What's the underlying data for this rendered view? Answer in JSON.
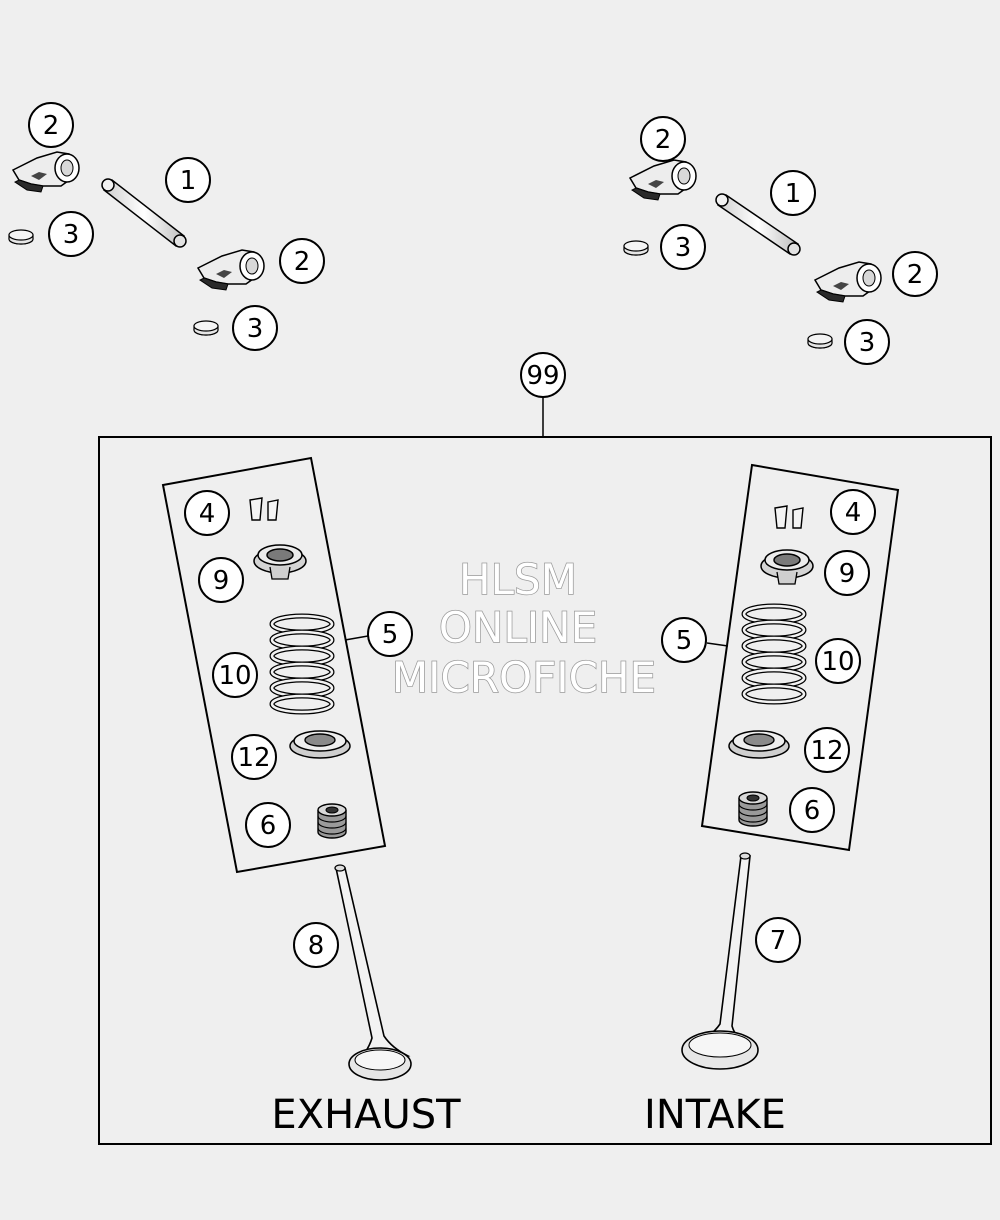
{
  "diagram": {
    "group_callout": "99",
    "labels": {
      "exhaust": "EXHAUST",
      "intake": "INTAKE"
    },
    "watermark": {
      "line1": "HLSM",
      "line2": "ONLINE",
      "line3": "MICROFICHE"
    },
    "callouts": [
      {
        "id": "c-2a",
        "text": "2"
      },
      {
        "id": "c-1a",
        "text": "1"
      },
      {
        "id": "c-3a",
        "text": "3"
      },
      {
        "id": "c-2b",
        "text": "2"
      },
      {
        "id": "c-3b",
        "text": "3"
      },
      {
        "id": "c-2c",
        "text": "2"
      },
      {
        "id": "c-1b",
        "text": "1"
      },
      {
        "id": "c-3c",
        "text": "3"
      },
      {
        "id": "c-2d",
        "text": "2"
      },
      {
        "id": "c-3d",
        "text": "3"
      },
      {
        "id": "c-4a",
        "text": "4"
      },
      {
        "id": "c-9a",
        "text": "9"
      },
      {
        "id": "c-5a",
        "text": "5"
      },
      {
        "id": "c-10a",
        "text": "10"
      },
      {
        "id": "c-12a",
        "text": "12"
      },
      {
        "id": "c-6a",
        "text": "6"
      },
      {
        "id": "c-8",
        "text": "8"
      },
      {
        "id": "c-4b",
        "text": "4"
      },
      {
        "id": "c-9b",
        "text": "9"
      },
      {
        "id": "c-5b",
        "text": "5"
      },
      {
        "id": "c-10b",
        "text": "10"
      },
      {
        "id": "c-12b",
        "text": "12"
      },
      {
        "id": "c-6b",
        "text": "6"
      },
      {
        "id": "c-7",
        "text": "7"
      }
    ]
  }
}
